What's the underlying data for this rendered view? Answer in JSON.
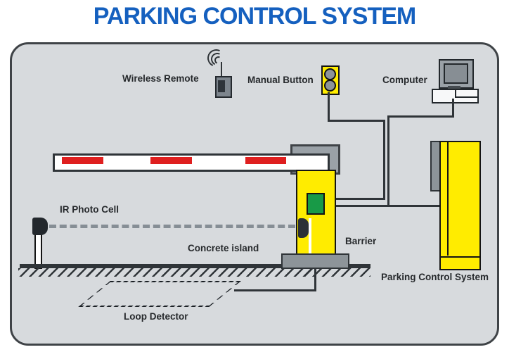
{
  "title": "PARKING CONTROL SYSTEM",
  "diagram": {
    "labels": {
      "wireless_remote": "Wireless Remote",
      "manual_button": "Manual Button",
      "computer": "Computer",
      "ir_photo_cell": "IR Photo Cell",
      "concrete_island": "Concrete island",
      "barrier": "Barrier",
      "parking_control_system": "Parking Control System",
      "loop_detector": "Loop Detector"
    },
    "icons": [
      "wireless-remote-icon",
      "radio-waves-icon",
      "manual-button-icon",
      "computer-icon",
      "barrier-arm-icon",
      "barrier-cabinet-icon",
      "ir-photo-cell-icon",
      "concrete-island-icon",
      "loop-detector-icon",
      "parking-control-cabinet-icon",
      "ground-icon"
    ],
    "colors": {
      "title_blue": "#1560bf",
      "panel_background": "#d7dadd",
      "panel_border": "#3f4347",
      "equipment_yellow": "#ffec00",
      "stripe_red": "#df1f1f",
      "display_green": "#189a47",
      "metal_gray": "#9aa1a7",
      "wire_dark": "#2f3438",
      "label_text": "#26292c"
    }
  }
}
